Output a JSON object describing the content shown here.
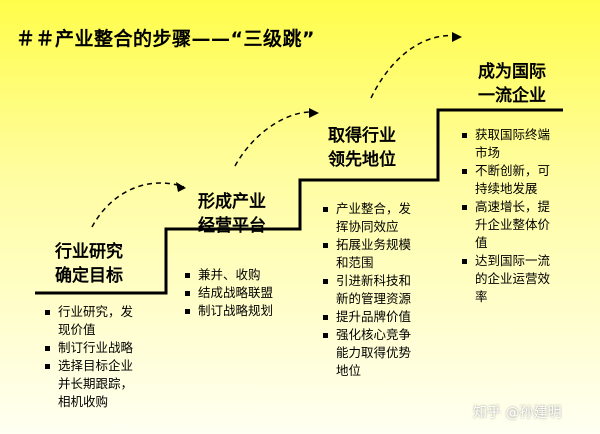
{
  "title": "＃＃产业整合的步骤——“三级跳”",
  "colors": {
    "background_top": "#fffd4a",
    "stairs": "#000000"
  },
  "stages": [
    {
      "title_lines": [
        "行业研究",
        "确定目标"
      ],
      "bullets": [
        [
          "行业研究，发",
          "现价值"
        ],
        [
          "制订行业战略"
        ],
        [
          "选择目标企业",
          "并长期跟踪，",
          "相机收购"
        ]
      ]
    },
    {
      "title_lines": [
        "形成产业",
        "经营平台"
      ],
      "bullets": [
        [
          "兼并、收购"
        ],
        [
          "结成战略联盟"
        ],
        [
          "制订战略规划"
        ]
      ]
    },
    {
      "title_lines": [
        "取得行业",
        "领先地位"
      ],
      "bullets": [
        [
          "产业整合，发",
          "挥协同效应"
        ],
        [
          "拓展业务规模",
          "和范围"
        ],
        [
          "引进新科技和",
          "新的管理资源"
        ],
        [
          "提升品牌价值"
        ],
        [
          "强化核心竞争",
          "能力取得优势",
          "地位"
        ]
      ]
    },
    {
      "title_lines": [
        "成为国际",
        "一流企业"
      ],
      "bullets": [
        [
          "获取国际终端",
          "市场"
        ],
        [
          "不断创新，可",
          "持续地发展"
        ],
        [
          "高速增长，提",
          "升企业整体价",
          "值"
        ],
        [
          "达到国际一流",
          "的企业运营效",
          "率"
        ]
      ]
    }
  ],
  "watermark": "知乎 @孙建明"
}
